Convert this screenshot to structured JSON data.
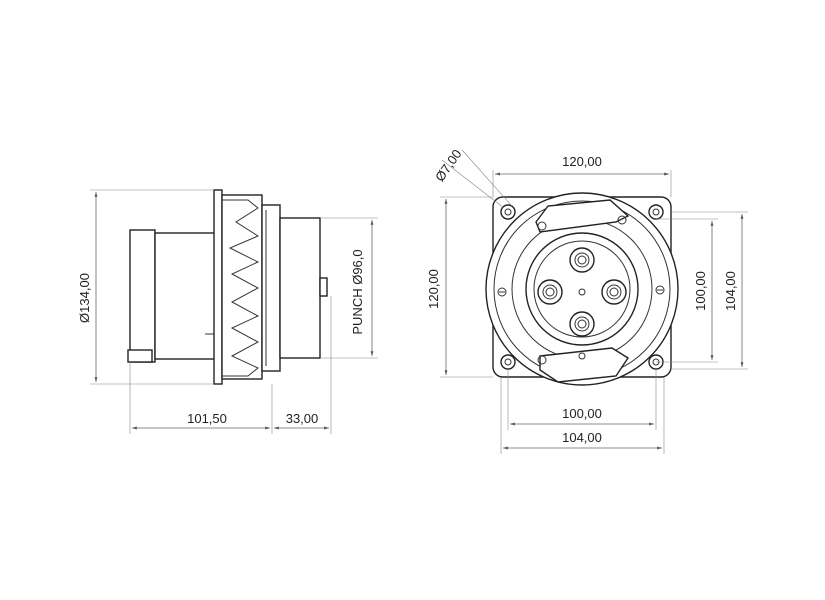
{
  "dimensions": {
    "side_height": "Ø134,00",
    "side_depth_body": "101,50",
    "side_depth_front": "33,00",
    "punch": "PUNCH Ø96,0",
    "hole_diameter": "Ø7,00",
    "front_width_top": "120,00",
    "front_height_left": "120,00",
    "front_inner_height": "100,00",
    "front_outer_height": "104,00",
    "front_inner_width": "100,00",
    "front_outer_width": "104,00"
  },
  "colors": {
    "line": "#222222",
    "dimension": "#666666"
  }
}
